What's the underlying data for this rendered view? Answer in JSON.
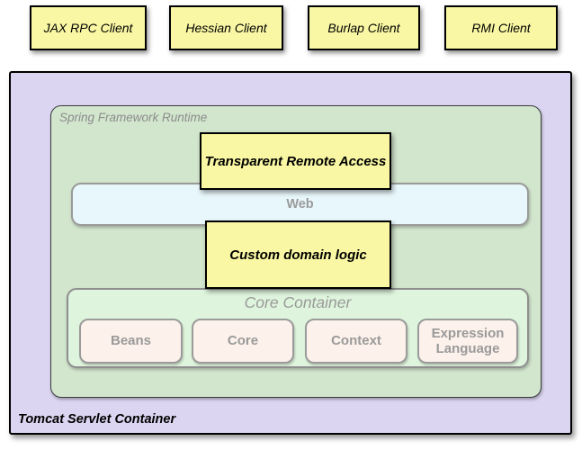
{
  "diagram": {
    "clients": [
      {
        "label": "JAX RPC Client"
      },
      {
        "label": "Hessian Client"
      },
      {
        "label": "Burlap Client"
      },
      {
        "label": "RMI Client"
      }
    ],
    "tomcat": {
      "label": "Tomcat Servlet Container"
    },
    "spring_runtime": {
      "label": "Spring Framework Runtime",
      "remote_access": {
        "label": "Transparent Remote Access"
      },
      "web": {
        "label": "Web"
      },
      "domain_logic": {
        "label": "Custom domain logic"
      },
      "core_container": {
        "label": "Core Container",
        "modules": [
          {
            "label": "Beans"
          },
          {
            "label": "Core"
          },
          {
            "label": "Context"
          },
          {
            "label": "Expression Language"
          }
        ]
      }
    },
    "colors": {
      "client_yellow": "#f9f7a3",
      "tomcat_lavender": "#dbd5f1",
      "runtime_green": "#d2e5cd",
      "core_green": "#def4dc",
      "web_cyan": "#e8f7fb",
      "module_pink": "#fcf1eb",
      "label_gray": "#9a9a9a",
      "border_black": "#000000",
      "border_gray": "#999999"
    }
  }
}
